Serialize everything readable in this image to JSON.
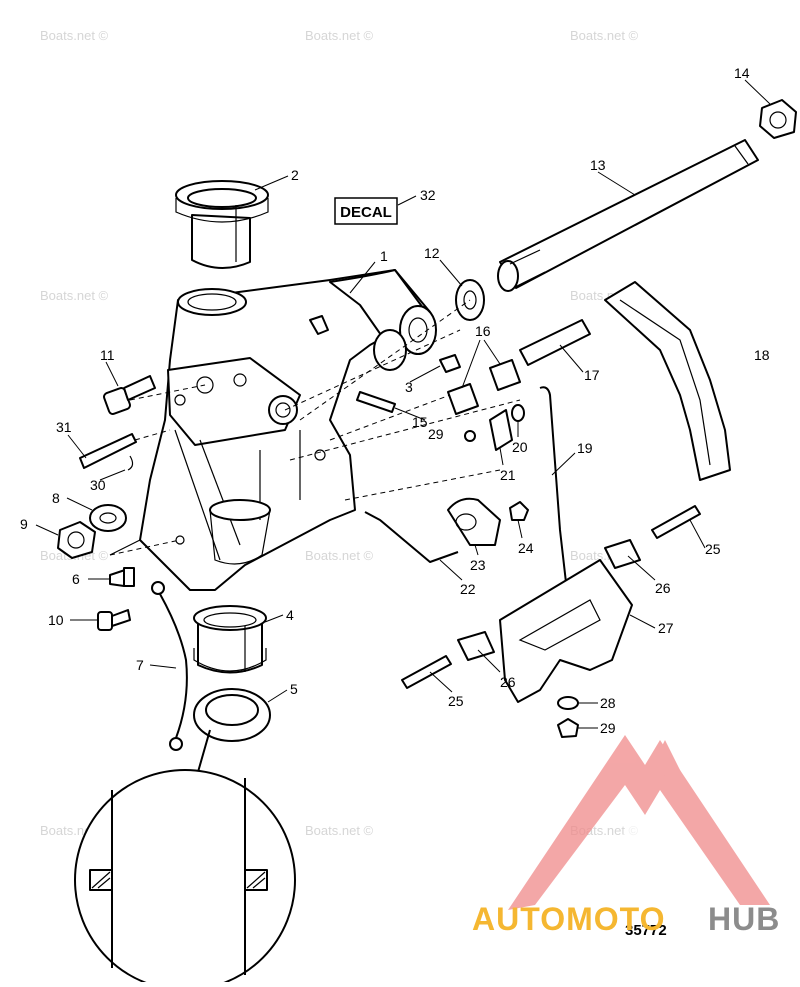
{
  "watermark": "Boats.net ©",
  "decal_label": "DECAL",
  "figure_number": "35772",
  "brand": {
    "part1": "AUTOMOTO",
    "part2": "HUB",
    "accent": "#f08a8a",
    "orange": "#f5b731",
    "gray": "#8c8c8c"
  },
  "callouts": {
    "c1": "1",
    "c2": "2",
    "c3": "3",
    "c4": "4",
    "c5": "5",
    "c6": "6",
    "c7": "7",
    "c8": "8",
    "c9": "9",
    "c10": "10",
    "c11": "11",
    "c12": "12",
    "c13": "13",
    "c14": "14",
    "c15": "15",
    "c16": "16",
    "c17": "17",
    "c18": "18",
    "c19": "19",
    "c20": "20",
    "c21": "21",
    "c22": "22",
    "c23": "23",
    "c24": "24",
    "c25a": "25",
    "c25b": "25",
    "c26a": "26",
    "c26b": "26",
    "c27": "27",
    "c28": "28",
    "c29a": "29",
    "c29b": "29",
    "c30": "30",
    "c31": "31",
    "c32": "32"
  }
}
